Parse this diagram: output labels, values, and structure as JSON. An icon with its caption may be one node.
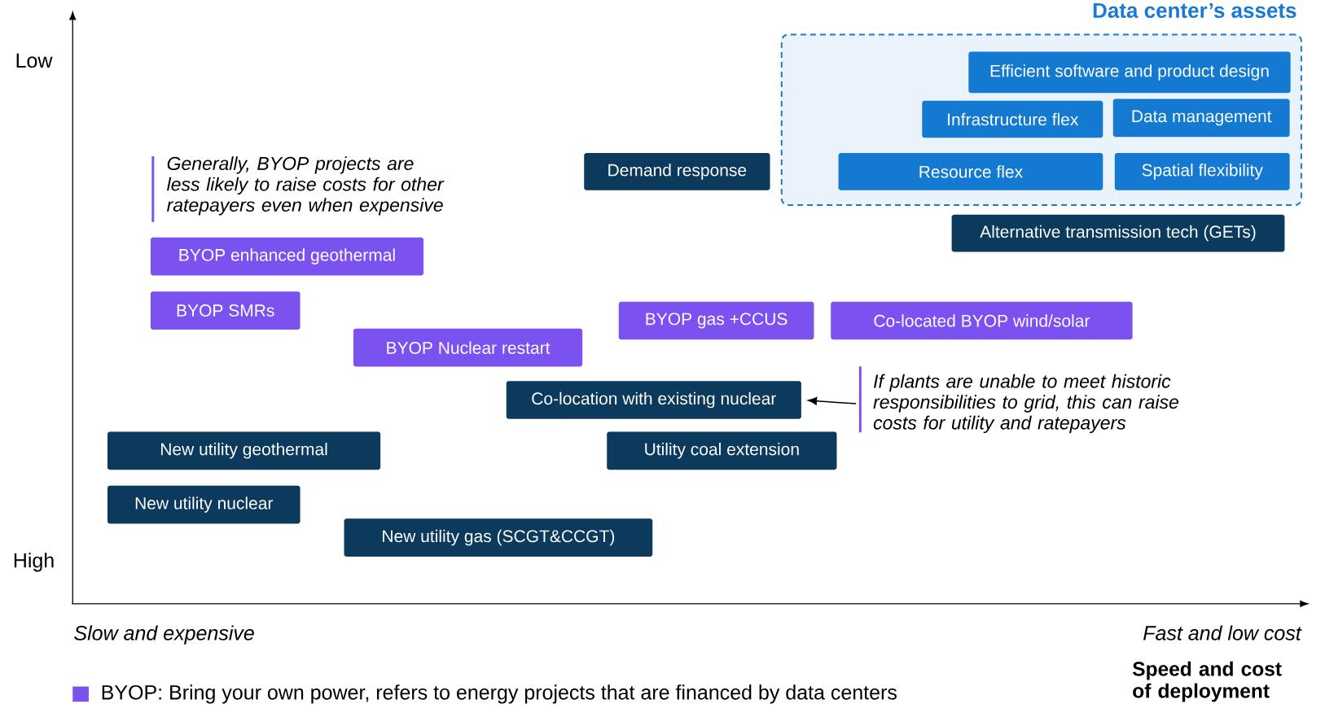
{
  "diagram": {
    "nodes": [
      {
        "text": [
          "Data center’s assets"
        ]
      },
      {
        "text": [
          "Efficient software and product design"
        ],
        "in": 0
      },
      {
        "text": [
          "Infrastructure flex"
        ],
        "in": 0
      },
      {
        "text": [
          "Data management"
        ],
        "in": 0
      },
      {
        "text": [
          "Resource flex"
        ],
        "in": 0
      },
      {
        "text": [
          "Spatial flexibility"
        ],
        "in": 0
      },
      {
        "text": [
          "Demand response"
        ]
      },
      {
        "text": [
          "Alternative transmission tech (GETs)"
        ]
      },
      {
        "text": [
          "BYOP enhanced geothermal"
        ]
      },
      {
        "text": [
          "BYOP SMRs"
        ]
      },
      {
        "text": [
          "BYOP Nuclear restart"
        ]
      },
      {
        "text": [
          "BYOP gas +CCUS"
        ]
      },
      {
        "text": [
          "Co-located BYOP wind/solar"
        ]
      },
      {
        "text": [
          "Co-location with existing nuclear"
        ]
      },
      {
        "text": [
          "Utility coal extension"
        ]
      },
      {
        "text": [
          "New utility geothermal"
        ]
      },
      {
        "text": [
          "New utility nuclear"
        ]
      },
      {
        "text": [
          "New utility gas (SCGT&CCGT)"
        ]
      },
      {
        "text": [
          "If plants are unable to meet historic responsibilities to grid, this can raise costs for utility and ratepayers"
        ]
      }
    ],
    "edges": [
      {
        "from": 18,
        "to": 13,
        "arrow": "to"
      }
    ],
    "labels": [
      "Low",
      "Generally, BYOP projects are less likely to raise costs for other ratepayers even when expensive",
      "High",
      "Slow and expensive",
      "Fast and low cost",
      "Speed and cost of deployment"
    ],
    "legend": [
      {
        "text": "BYOP: Bring your own power, refers to energy projects that are financed by data centers",
        "color": "#7b52f0"
      }
    ]
  }
}
